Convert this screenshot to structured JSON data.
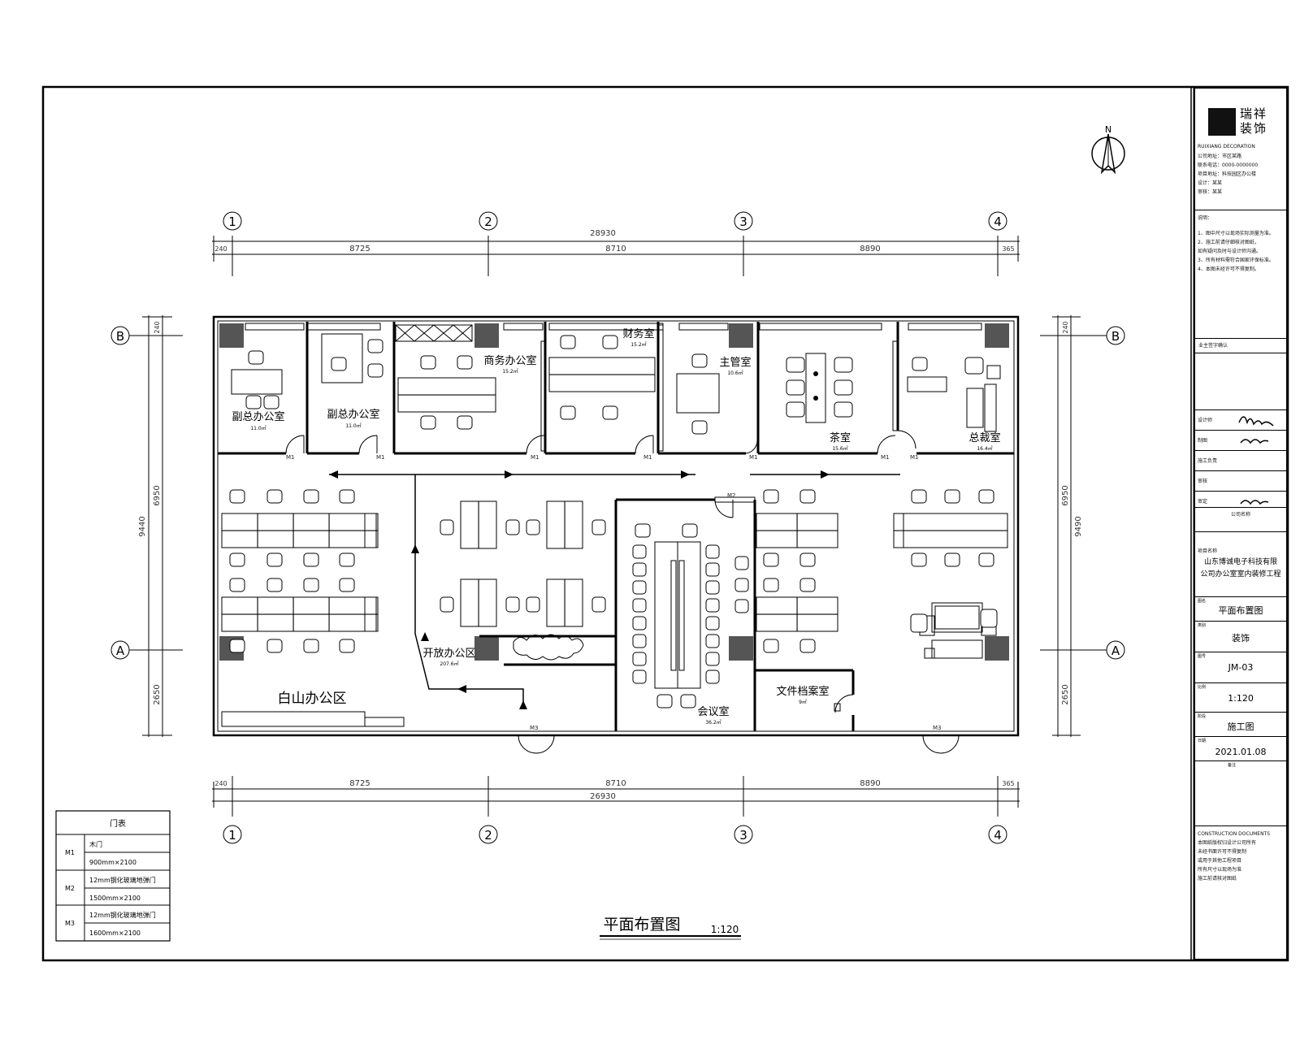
{
  "north": "N",
  "axes": {
    "numbers": [
      "1",
      "2",
      "3",
      "4"
    ],
    "letters": [
      "B",
      "A"
    ]
  },
  "dims": {
    "top_total": "28930",
    "top_segs": [
      "240",
      "8725",
      "8710",
      "8890",
      "365"
    ],
    "bottom_total": "26930",
    "bottom_segs": [
      "240",
      "8725",
      "8710",
      "8890",
      "365"
    ],
    "left_total": "9440",
    "left_segs": [
      "240",
      "6950",
      "2650"
    ],
    "right_total": "9490",
    "right_segs": [
      "240",
      "6950",
      "2650"
    ]
  },
  "rooms": {
    "vp_office_1": {
      "name": "副总办公室",
      "area": "11.0㎡"
    },
    "vp_office_2": {
      "name": "副总办公室",
      "area": "11.0㎡"
    },
    "business_office": {
      "name": "商务办公室",
      "area": "15.2㎡"
    },
    "finance": {
      "name": "财务室",
      "area": "15.2㎡"
    },
    "manager": {
      "name": "主管室",
      "area": "10.6㎡"
    },
    "tea_room": {
      "name": "茶室",
      "area": "15.6㎡"
    },
    "ceo_office": {
      "name": "总裁室",
      "area": "16.4㎡"
    },
    "open_office": {
      "name": "开放办公区",
      "area": "207.6㎡"
    },
    "white_office": {
      "name": "白山办公区"
    },
    "meeting_room": {
      "name": "会议室",
      "area": "36.2㎡"
    },
    "archive": {
      "name": "文件档案室",
      "area": "9㎡"
    }
  },
  "door_tags": [
    "M1",
    "M1",
    "M1",
    "M1",
    "M1",
    "M1",
    "M1",
    "M2",
    "M3",
    "M3"
  ],
  "legend": {
    "title": "门表",
    "rows": [
      {
        "code": "M1",
        "desc": "木门",
        "size": "900mm×2100"
      },
      {
        "code": "M2",
        "desc": "12mm钢化玻璃地弹门",
        "size": "1500mm×2100"
      },
      {
        "code": "M3",
        "desc": "12mm钢化玻璃地弹门",
        "size": "1600mm×2100"
      }
    ]
  },
  "drawing_title": "平面布置图",
  "drawing_scale": "1:120",
  "title_block": {
    "company": "瑞祥装饰",
    "company_sub": "RUIXIANG DECORATION",
    "address_lines": [
      "公司地址：市区某路",
      "联系电话：0000-0000000",
      "项目地址：科技园区办公楼",
      "设计：某某",
      "审核：某某"
    ],
    "notes_title": "说明：",
    "notes": [
      "1、图中尺寸以现场实际测量为准。",
      "2、施工前请仔细核对图纸，",
      "如有疑问及时与设计师沟通。",
      "3、所有材料需符合国家环保标准。",
      "4、本图未经许可不得复制。"
    ],
    "client_label": "业主签字确认",
    "staff": [
      {
        "role": "设计师",
        "signed": true
      },
      {
        "role": "制图",
        "signed": true
      },
      {
        "role": "施工负责",
        "signed": false
      },
      {
        "role": "审核",
        "signed": false
      },
      {
        "role": "审定",
        "signed": true
      }
    ],
    "company_label": "公司名称",
    "project_label": "项目名称",
    "project_name_1": "山东博诚电子科技有限",
    "project_name_2": "公司办公室室内装修工程",
    "drawing_name_label": "图名",
    "drawing_name": "平面布置图",
    "type_label": "类别",
    "type": "装饰",
    "number_label": "图号",
    "number": "JM-03",
    "scale_label": "比例",
    "scale": "1:120",
    "stage_label": "阶段",
    "stage": "施工图",
    "date_label": "日期",
    "date": "2021.01.08",
    "remark_label": "备注",
    "footer_title": "CONSTRUCTION DOCUMENTS",
    "footer_lines": [
      "本图纸版权归设计公司所有",
      "未经书面许可不得复制",
      "或用于其他工程项目",
      "所有尺寸以现场为准",
      "施工前请核对图纸"
    ]
  }
}
